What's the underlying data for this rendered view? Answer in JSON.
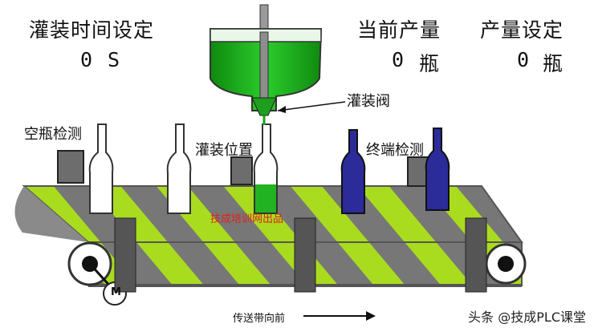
{
  "header": {
    "fill_time_label": "灌装时间设定",
    "fill_time_value": "0",
    "fill_time_unit": "S",
    "production_label": "当前产量",
    "production_value": "0",
    "production_unit": "瓶",
    "quantity_label": "产量设定",
    "quantity_value": "0",
    "quantity_unit": "瓶"
  },
  "labels": {
    "valve": "灌装阀",
    "empty_check": "空瓶检测",
    "fill_position": "灌装位置",
    "end_check": "终端检测",
    "direction": "传送带向前",
    "motor": "M",
    "belt_watermark": "技成培训网出品"
  },
  "watermark": "头条 @技成PLC课堂",
  "colors": {
    "liquid": "#21b321",
    "belt_green": "#a9dc1f",
    "belt_gray": "#777777",
    "blue_bottle": "#2b2b9a",
    "red_text": "#e0201a"
  }
}
